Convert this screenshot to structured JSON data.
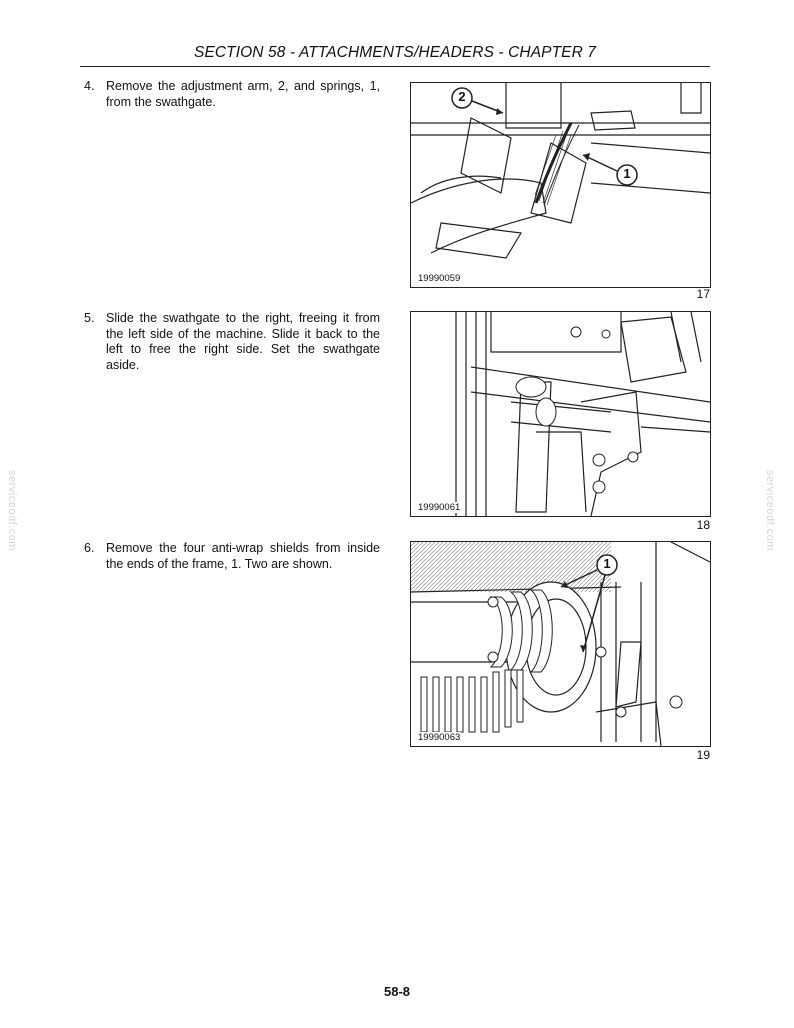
{
  "header": {
    "title": "SECTION 58 - ATTACHMENTS/HEADERS - CHAPTER 7"
  },
  "steps": [
    {
      "number": "4.",
      "text": "Remove the adjustment arm, 2, and springs, 1, from the swathgate."
    },
    {
      "number": "5.",
      "text": "Slide the swathgate to the right, freeing it from the left side of the machine. Slide it back to the left to free the right side. Set the swathgate aside."
    },
    {
      "number": "6.",
      "text": "Remove the four anti-wrap shields from inside the ends of the frame, 1. Two are shown."
    }
  ],
  "figures": [
    {
      "code": "19990059",
      "number": "17",
      "callouts": [
        "2",
        "1"
      ]
    },
    {
      "code": "19990061",
      "number": "18",
      "callouts": []
    },
    {
      "code": "19990063",
      "number": "19",
      "callouts": [
        "1"
      ]
    }
  ],
  "watermark": "serviceodf.com",
  "footer": {
    "page": "58-8"
  }
}
